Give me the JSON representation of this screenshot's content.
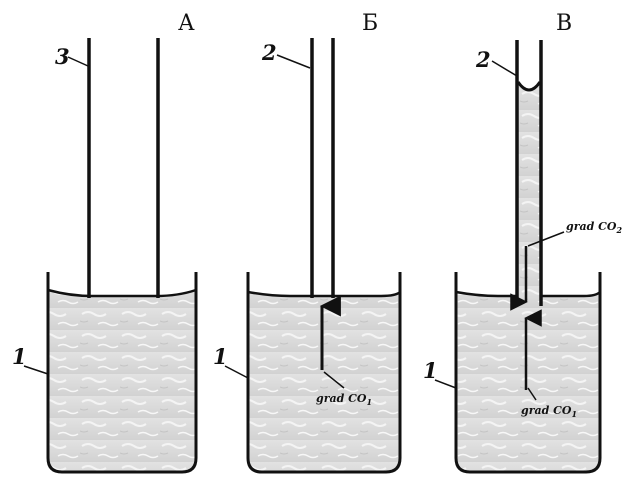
{
  "panels": [
    {
      "letter": "А",
      "tube_label": "3",
      "beaker_label": "1"
    },
    {
      "letter": "Б",
      "tube_label": "2",
      "beaker_label": "1",
      "grad_label": "grad CO",
      "grad_sub": "1"
    },
    {
      "letter": "В",
      "tube_label": "2",
      "beaker_label": "1",
      "grad_upper_label": "grad CO",
      "grad_upper_sub": "2",
      "grad_lower_label": "grad CO",
      "grad_lower_sub": "1"
    }
  ],
  "colors": {
    "liquid": "#d8d8d8",
    "liquid_light": "#eeeeee",
    "stroke": "#111111"
  }
}
